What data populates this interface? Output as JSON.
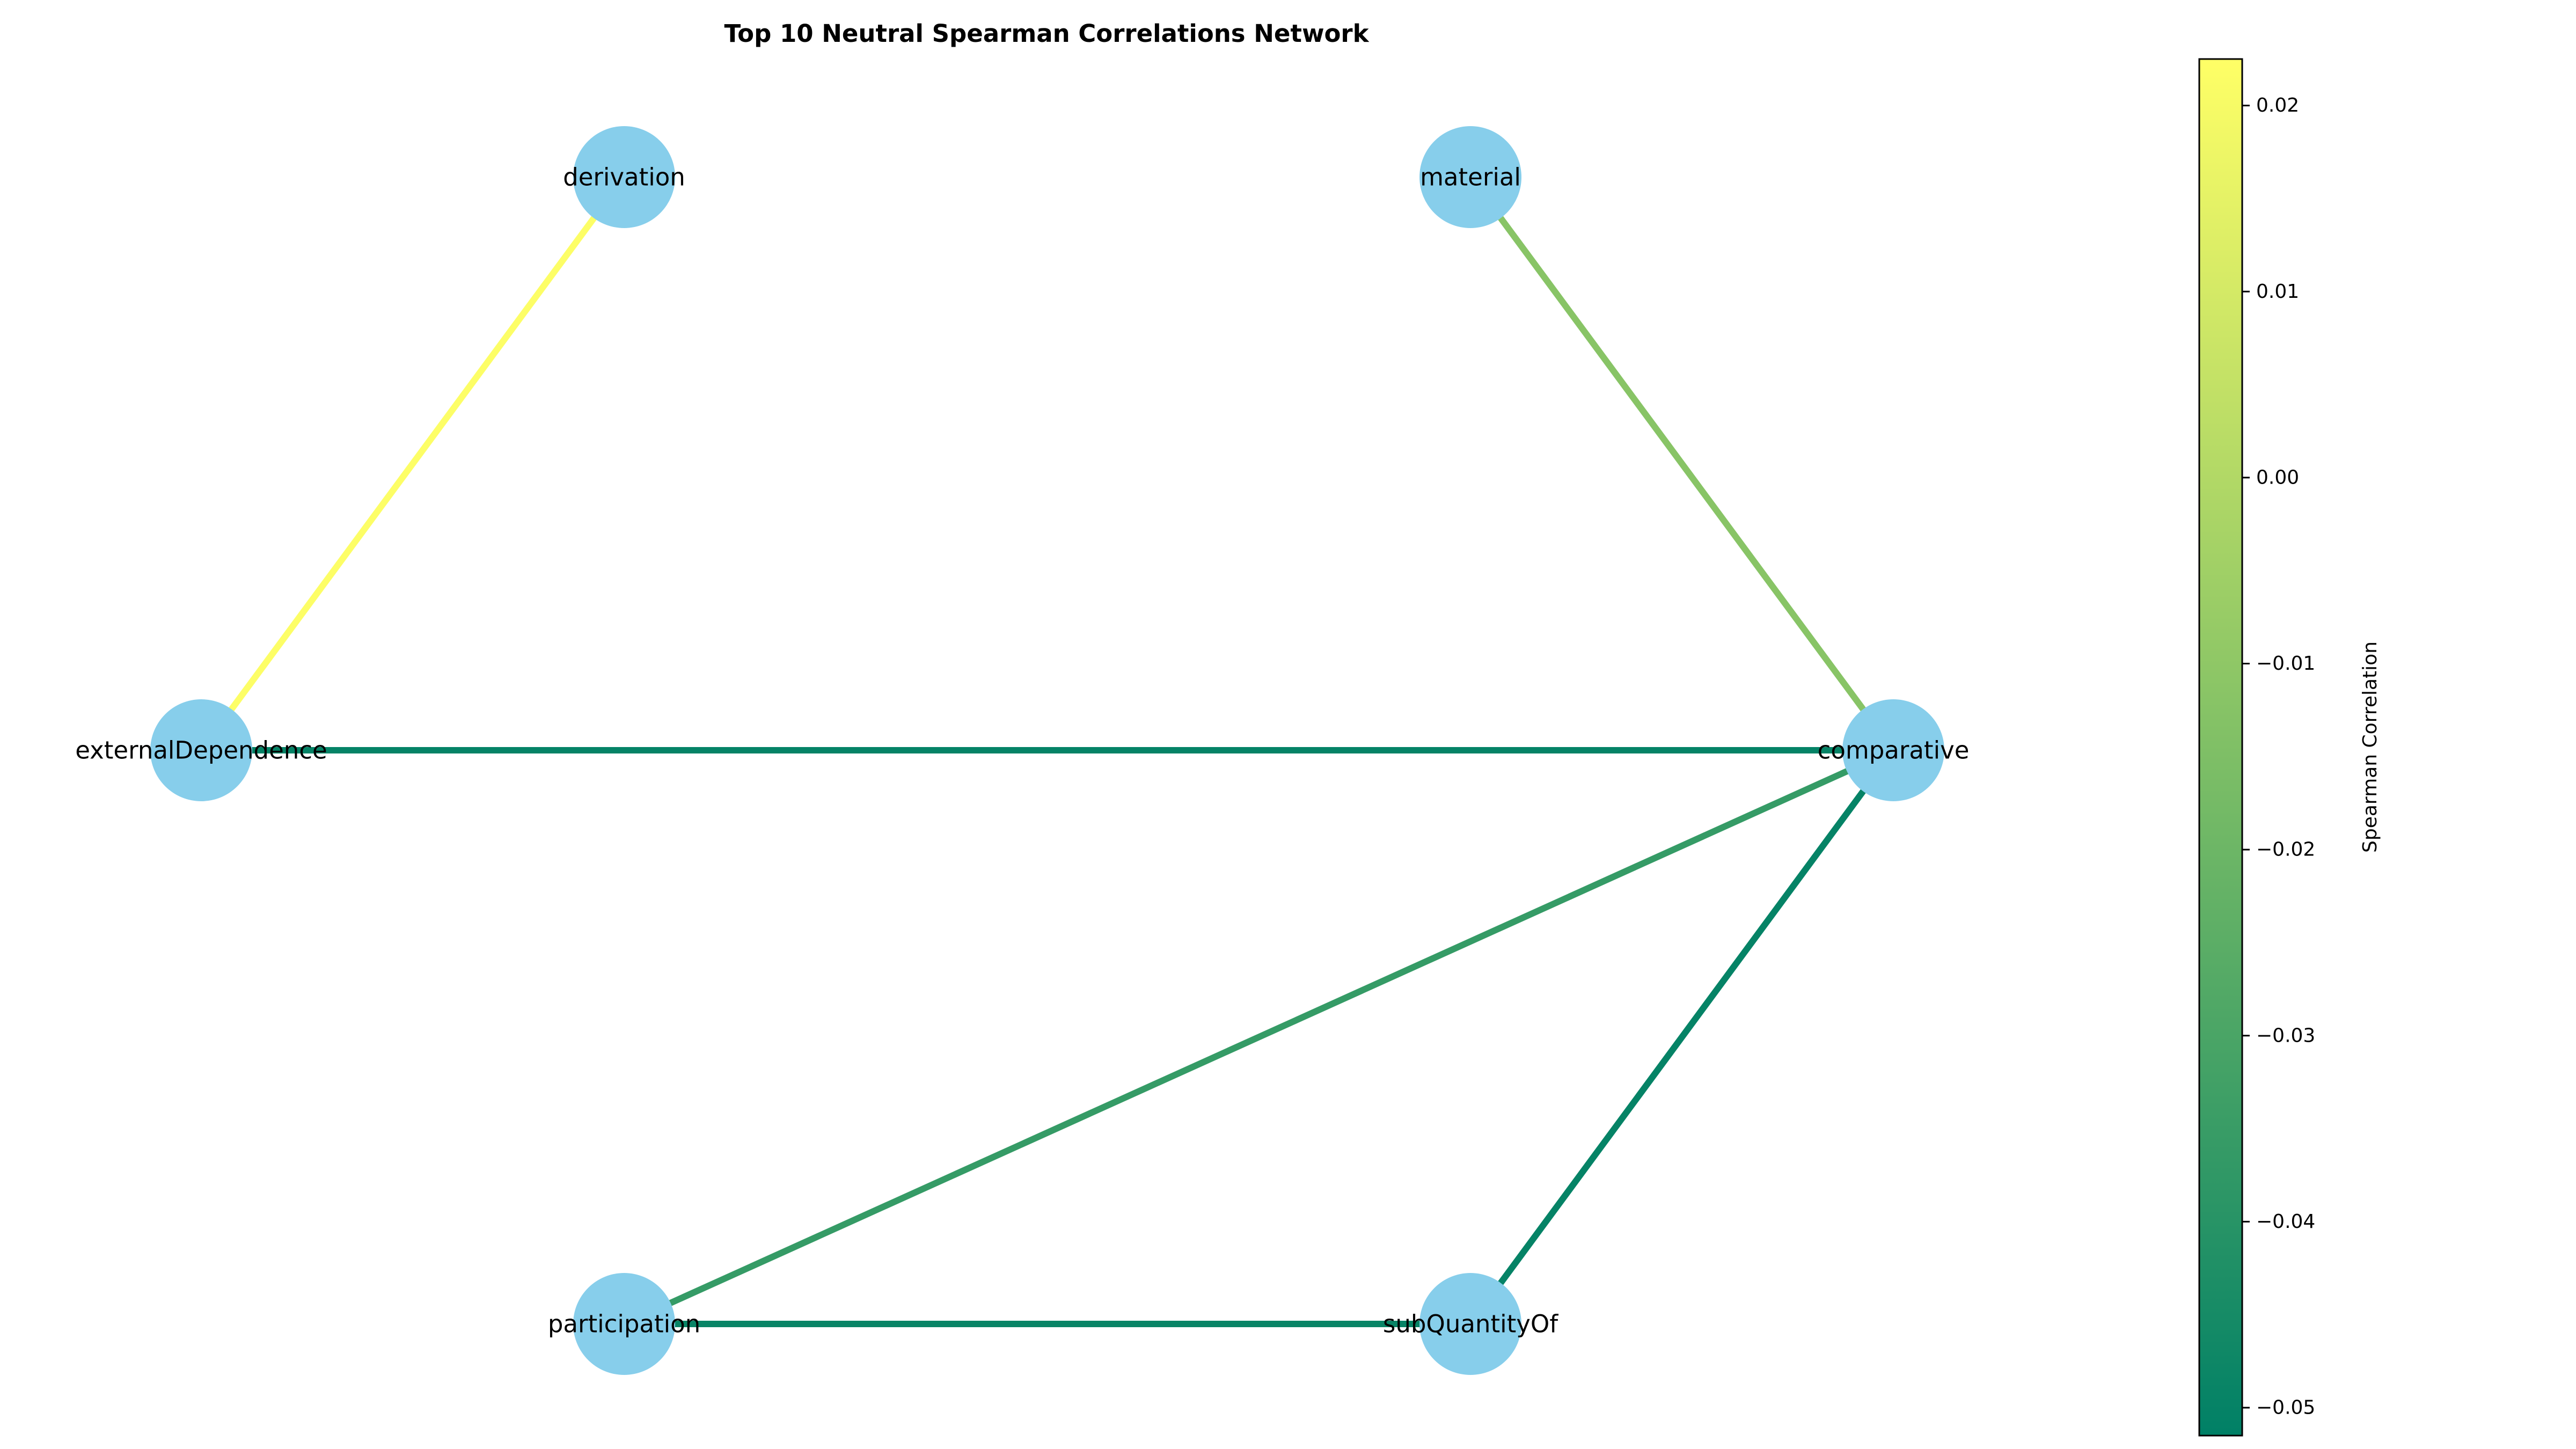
{
  "title": "Top 10 Neutral Spearman Correlations Network",
  "chart_data": {
    "type": "network",
    "title": "Top 10 Neutral Spearman Correlations Network",
    "node_color": "#87CEEB",
    "nodes": [
      {
        "id": "derivation",
        "label": "derivation"
      },
      {
        "id": "material",
        "label": "material"
      },
      {
        "id": "externalDependence",
        "label": "externalDependence"
      },
      {
        "id": "comparative",
        "label": "comparative"
      },
      {
        "id": "participation",
        "label": "participation"
      },
      {
        "id": "subQuantityOf",
        "label": "subQuantityOf"
      }
    ],
    "edges": [
      {
        "source": "derivation",
        "target": "externalDependence",
        "value": 0.022
      },
      {
        "source": "material",
        "target": "comparative",
        "value": -0.012
      },
      {
        "source": "externalDependence",
        "target": "comparative",
        "value": -0.05
      },
      {
        "source": "participation",
        "target": "comparative",
        "value": -0.036
      },
      {
        "source": "subQuantityOf",
        "target": "comparative",
        "value": -0.05
      },
      {
        "source": "participation",
        "target": "subQuantityOf",
        "value": -0.049
      }
    ],
    "colorbar": {
      "label": "Spearman Correlation",
      "colormap": "summer",
      "colormap_stops": [
        "#008066",
        "#FFFF66"
      ],
      "range": [
        -0.0515,
        0.0225
      ],
      "ticks": [
        0.02,
        0.01,
        0.0,
        -0.01,
        -0.02,
        -0.03,
        -0.04,
        -0.05
      ],
      "tick_labels": [
        "0.02",
        "0.01",
        "0.00",
        "−0.01",
        "−0.02",
        "−0.03",
        "−0.04",
        "−0.05"
      ]
    }
  }
}
